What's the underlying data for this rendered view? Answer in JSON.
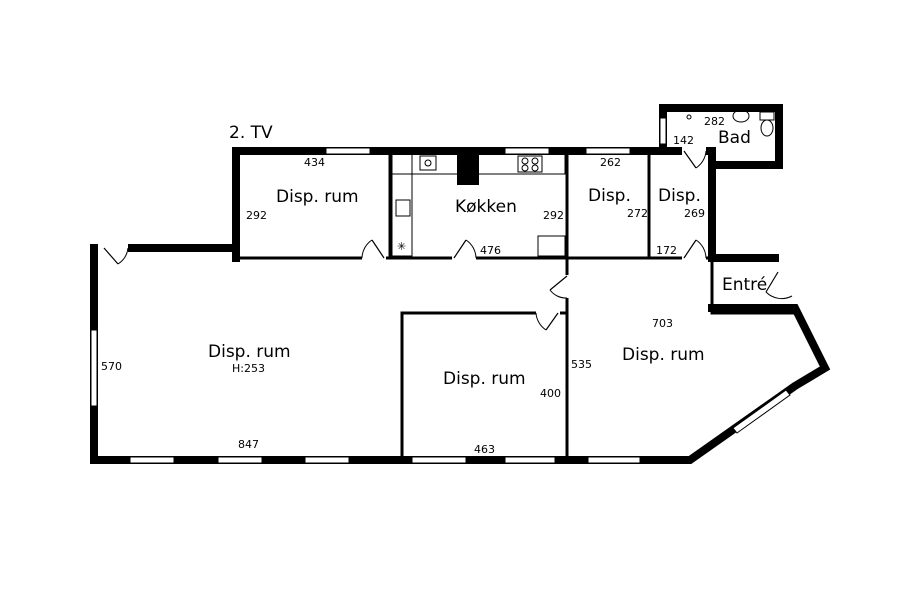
{
  "floor_label": "2. TV",
  "rooms": {
    "disp_top_left": "Disp. rum",
    "kitchen": "Køkken",
    "disp_small_1": "Disp.",
    "disp_small_2": "Disp.",
    "bath": "Bad",
    "entre": "Entré",
    "disp_large_left": "Disp. rum",
    "disp_large_left_height": "H:253",
    "disp_middle": "Disp. rum",
    "disp_right": "Disp. rum"
  },
  "dimensions": {
    "d434": "434",
    "d292a": "292",
    "d292b": "292",
    "d476": "476",
    "d262": "262",
    "d272": "272",
    "d269": "269",
    "d172": "172",
    "d142": "142",
    "d282": "282",
    "d570": "570",
    "d847": "847",
    "d463": "463",
    "d400": "400",
    "d535": "535",
    "d703": "703"
  }
}
